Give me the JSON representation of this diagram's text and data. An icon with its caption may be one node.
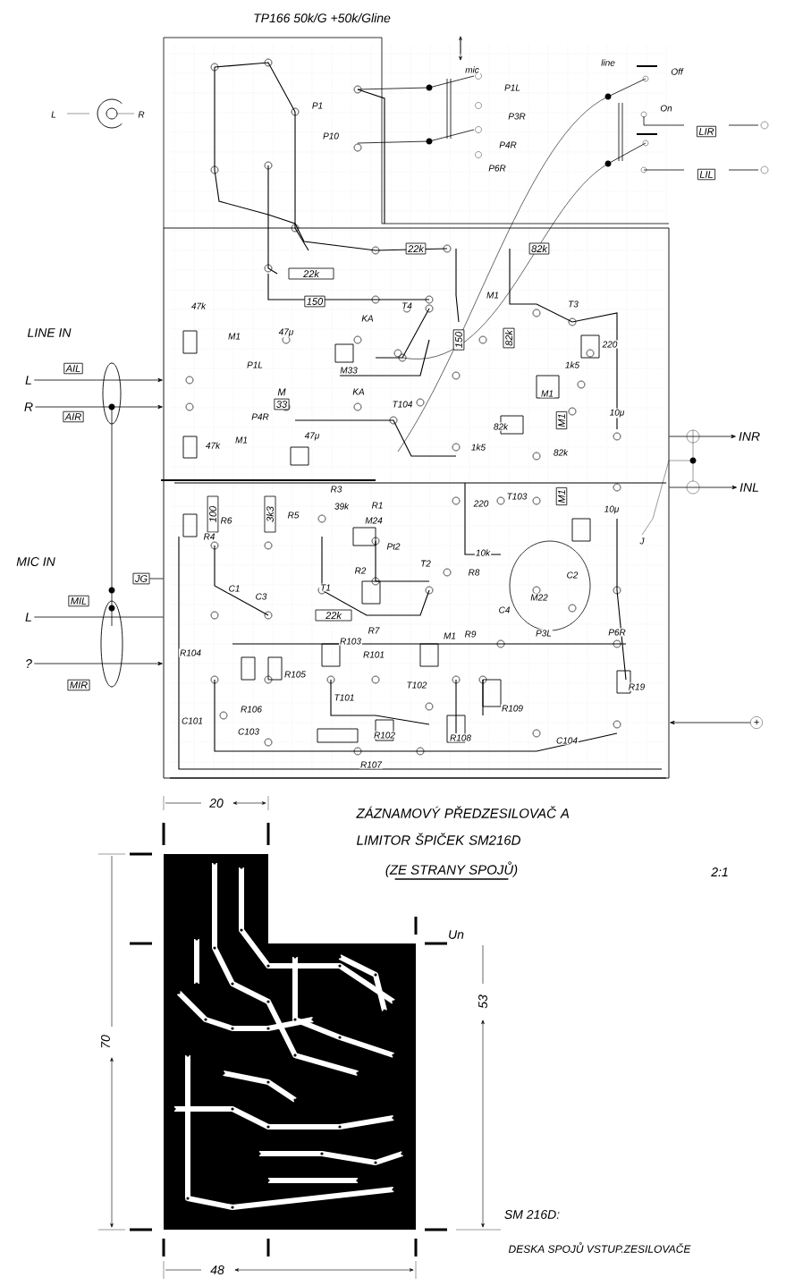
{
  "diagram": {
    "title": "ZÁZNAMOVÝ PŘEDZESILOVAČ A LIMITOR ŠPIČEK SM216D",
    "caption": "DESKA SPOJŮ VSTUP.ZESILOVAČE",
    "nodes": [
      {
        "text": [
          "AIL"
        ]
      },
      {
        "text": [
          "AIR"
        ]
      },
      {
        "text": [
          "L"
        ]
      },
      {
        "text": [
          "R"
        ]
      },
      {
        "text": [
          "MIL"
        ]
      },
      {
        "text": [
          "MIR"
        ]
      },
      {
        "text": [
          "JG"
        ]
      },
      {
        "text": [
          "L"
        ]
      },
      {
        "text": [
          "?"
        ]
      },
      {
        "text": [],
        "shape": "box"
      },
      {
        "text": [
          "LIR"
        ]
      },
      {
        "text": [
          "LIL"
        ]
      },
      {
        "text": [
          "INR"
        ]
      },
      {
        "text": [
          "INL"
        ]
      },
      {
        "text": [
          "+"
        ]
      },
      {
        "text": [
          "22k"
        ],
        "in": 9
      },
      {
        "text": [
          "22k"
        ],
        "in": 9
      },
      {
        "text": [
          "82k"
        ],
        "in": 9
      },
      {
        "text": [
          "150"
        ],
        "in": 9
      },
      {
        "text": [
          "150"
        ],
        "in": 9
      },
      {
        "text": [
          "82k"
        ],
        "in": 9
      },
      {
        "text": [
          "33"
        ],
        "beside": [
          "M"
        ],
        "in": 9
      },
      {
        "text": [
          "M1"
        ],
        "in": 9
      },
      {
        "text": [
          "M1"
        ],
        "in": 9
      },
      {
        "text": [
          "100"
        ],
        "in": 9
      },
      {
        "text": [
          "3k3"
        ],
        "in": 9
      },
      {
        "text": [
          "22k"
        ],
        "in": 9
      }
    ],
    "edges": [
      {
        "from": 2,
        "to": 9,
        "arrow": "to"
      },
      {
        "from": 3,
        "to": 9,
        "arrow": "to"
      },
      {
        "from": 7,
        "to": 9,
        "arrow": "none"
      },
      {
        "from": 8,
        "to": 9,
        "arrow": "to"
      },
      {
        "from": 6,
        "to": 9,
        "arrow": "none"
      },
      {
        "from": 9,
        "to": 12,
        "arrow": "to"
      },
      {
        "from": 9,
        "to": 13,
        "arrow": "to"
      },
      {
        "from": 14,
        "to": 9,
        "arrow": "to"
      }
    ],
    "labels": [
      "TP166 50k/G +50k/Gline",
      "line",
      "mic",
      "Off",
      "On",
      "P1L",
      "P3R",
      "P4R",
      "P6R",
      "P1",
      "P10",
      "L",
      "R",
      "LINE IN",
      "MIC IN",
      "47k",
      "M1",
      "P1L",
      "47μ",
      "KA",
      "M33",
      "T4",
      "M1",
      "T3",
      "220",
      "1k5",
      "M1",
      "10μ",
      "82k",
      "T104",
      "KA",
      "P4R",
      "47k",
      "M1",
      "47μ",
      "1k5",
      "82k",
      "220",
      "T103",
      "10μ",
      "R3",
      "39k",
      "R1",
      "R6",
      "R5",
      "R4",
      "M24",
      "Pt2",
      "10k",
      "R2",
      "T2",
      "R8",
      "C2",
      "C1",
      "T1",
      "C3",
      "M22",
      "C4",
      "R7",
      "M1",
      "R9",
      "P3L",
      "P6R",
      "R103",
      "R104",
      "R101",
      "R105",
      "T101",
      "T102",
      "R106",
      "R19",
      "C101",
      "R109",
      "C103",
      "R102",
      "R108",
      "C104",
      "R107",
      "J",
      "(ZE STRANY SPOJŮ)",
      "2:1",
      "20",
      "70",
      "53",
      "48",
      "Un",
      "SM 216D:"
    ]
  }
}
